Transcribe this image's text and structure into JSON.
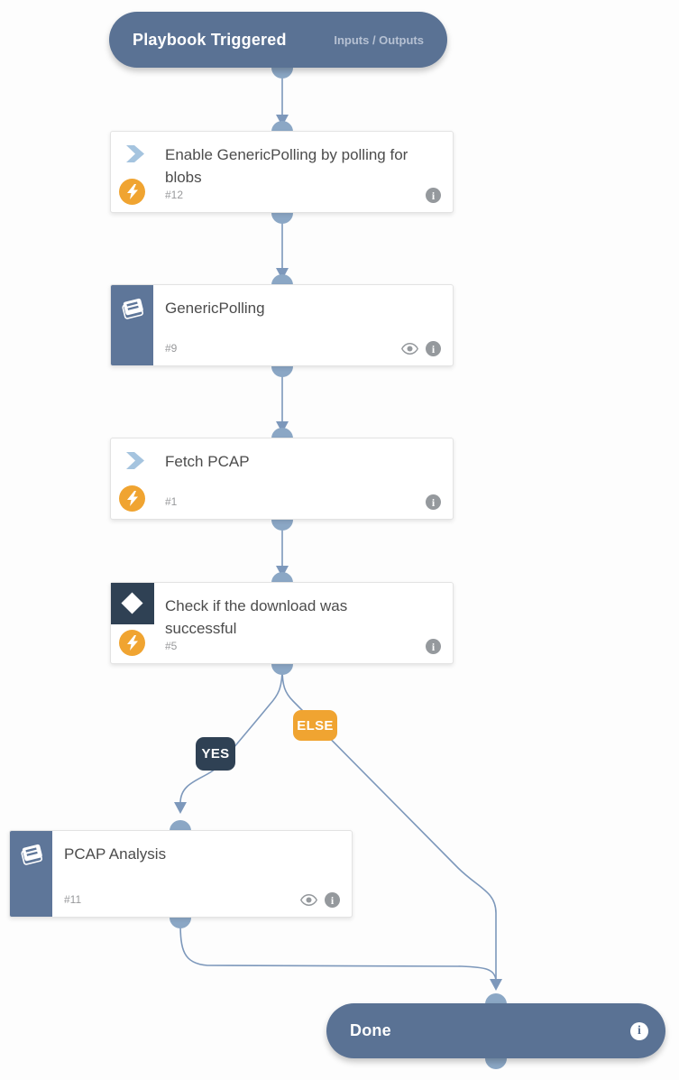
{
  "playbook": {
    "start": {
      "title": "Playbook Triggered",
      "io_link": "Inputs / Outputs"
    },
    "tasks": [
      {
        "title": "Enable GenericPolling by polling for blobs",
        "task_id": "#12",
        "kind": "automation"
      },
      {
        "title": "GenericPolling",
        "task_id": "#9",
        "kind": "sub-playbook"
      },
      {
        "title": "Fetch PCAP",
        "task_id": "#1",
        "kind": "automation"
      },
      {
        "title": "Check if the download was successful",
        "task_id": "#5",
        "kind": "condition"
      },
      {
        "title": "PCAP Analysis",
        "task_id": "#11",
        "kind": "sub-playbook"
      }
    ],
    "branch_labels": {
      "yes": "YES",
      "else": "ELSE"
    },
    "end": {
      "title": "Done"
    }
  },
  "colors": {
    "terminal_bg": "#5a7294",
    "sub_playbook_sidebar": "#5e7699",
    "condition_square": "#2f4154",
    "accent_orange": "#f0a431",
    "connector_line": "#7d98bb",
    "connector_node": "#8ba7c5",
    "card_border": "#e3e3e3",
    "title_text": "#4c4c4c",
    "muted_text": "#98999b",
    "icon_gray": "#95999d",
    "chevron_blue": "#a5c4df"
  }
}
